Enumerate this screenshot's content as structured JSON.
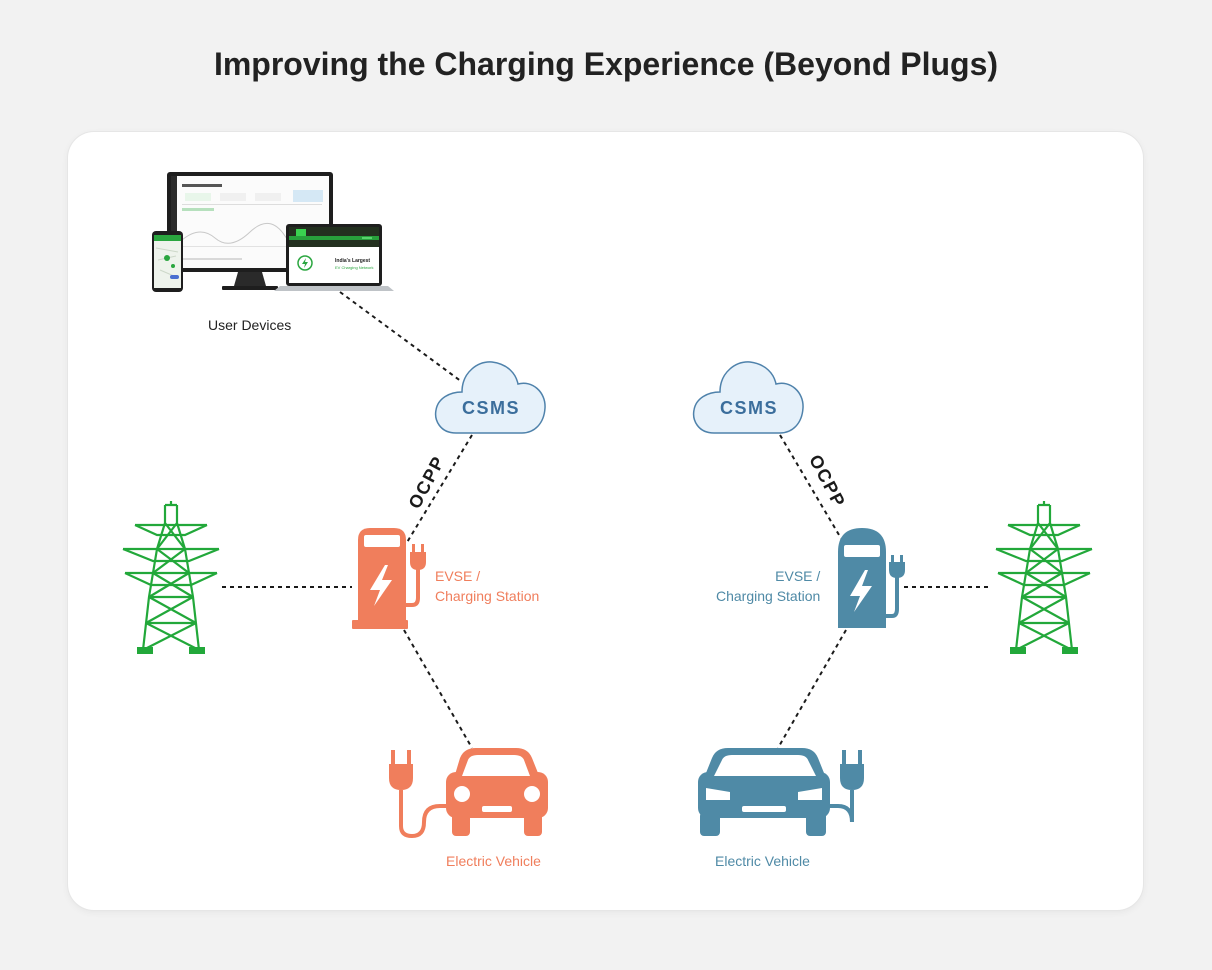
{
  "title": "Improving the Charging Experience (Beyond Plugs)",
  "colors": {
    "background": "#f2f2f2",
    "card": "#ffffff",
    "orange": "#f07e5c",
    "blue": "#4f8aa6",
    "tower_green": "#22a83a",
    "cloud_fill": "#e6f1fa",
    "cloud_stroke": "#4f82ab",
    "csms_text": "#3b6e9c"
  },
  "user_devices": {
    "label": "User Devices",
    "laptop_headline": "India's Largest",
    "laptop_subline": "EV Charging Network"
  },
  "left": {
    "csms": "CSMS",
    "protocol": "OCPP",
    "evse_line1": "EVSE /",
    "evse_line2": "Charging Station",
    "vehicle": "Electric Vehicle"
  },
  "right": {
    "csms": "CSMS",
    "protocol": "OCPP",
    "evse_line1": "EVSE /",
    "evse_line2": "Charging Station",
    "vehicle": "Electric Vehicle"
  },
  "icons": [
    "user-devices-icon",
    "cloud-icon",
    "charging-station-icon",
    "transmission-tower-icon",
    "car-icon",
    "plug-icon"
  ]
}
